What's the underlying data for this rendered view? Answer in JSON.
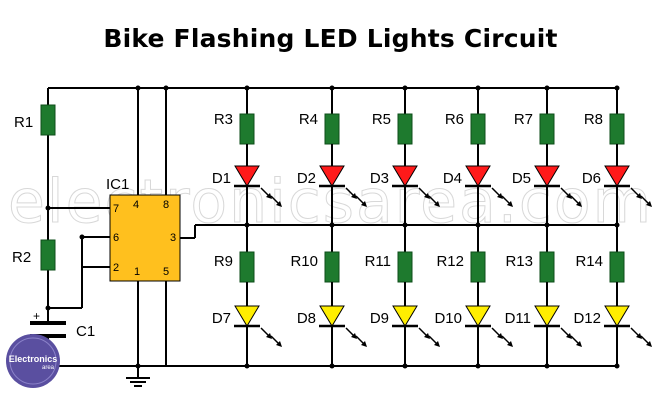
{
  "title": "Bike Flashing LED Lights Circuit",
  "watermark": "electronicsarea.com",
  "logo": {
    "main": "Electronics",
    "sub": "area"
  },
  "components": {
    "r1": "R1",
    "r2": "R2",
    "c1": "C1",
    "c1_plus": "+",
    "ic": "IC1",
    "top_resistors": [
      "R3",
      "R4",
      "R5",
      "R6",
      "R7",
      "R8"
    ],
    "red_leds": [
      "D1",
      "D2",
      "D3",
      "D4",
      "D5",
      "D6"
    ],
    "bottom_resistors": [
      "R9",
      "R10",
      "R11",
      "R12",
      "R13",
      "R14"
    ],
    "yellow_leds": [
      "D7",
      "D8",
      "D9",
      "D10",
      "D11",
      "D12"
    ]
  },
  "ic_pins": {
    "p7": "7",
    "p8": "8",
    "p4": "4",
    "p6": "6",
    "p3": "3",
    "p2": "2",
    "p1": "1",
    "p5": "5"
  },
  "colors": {
    "red_led": "#ff1a1a",
    "yellow_led": "#ffee00",
    "ic_body": "#ffc01e",
    "resistor": "#1e7a2e",
    "logo": "#5a4fa0"
  }
}
